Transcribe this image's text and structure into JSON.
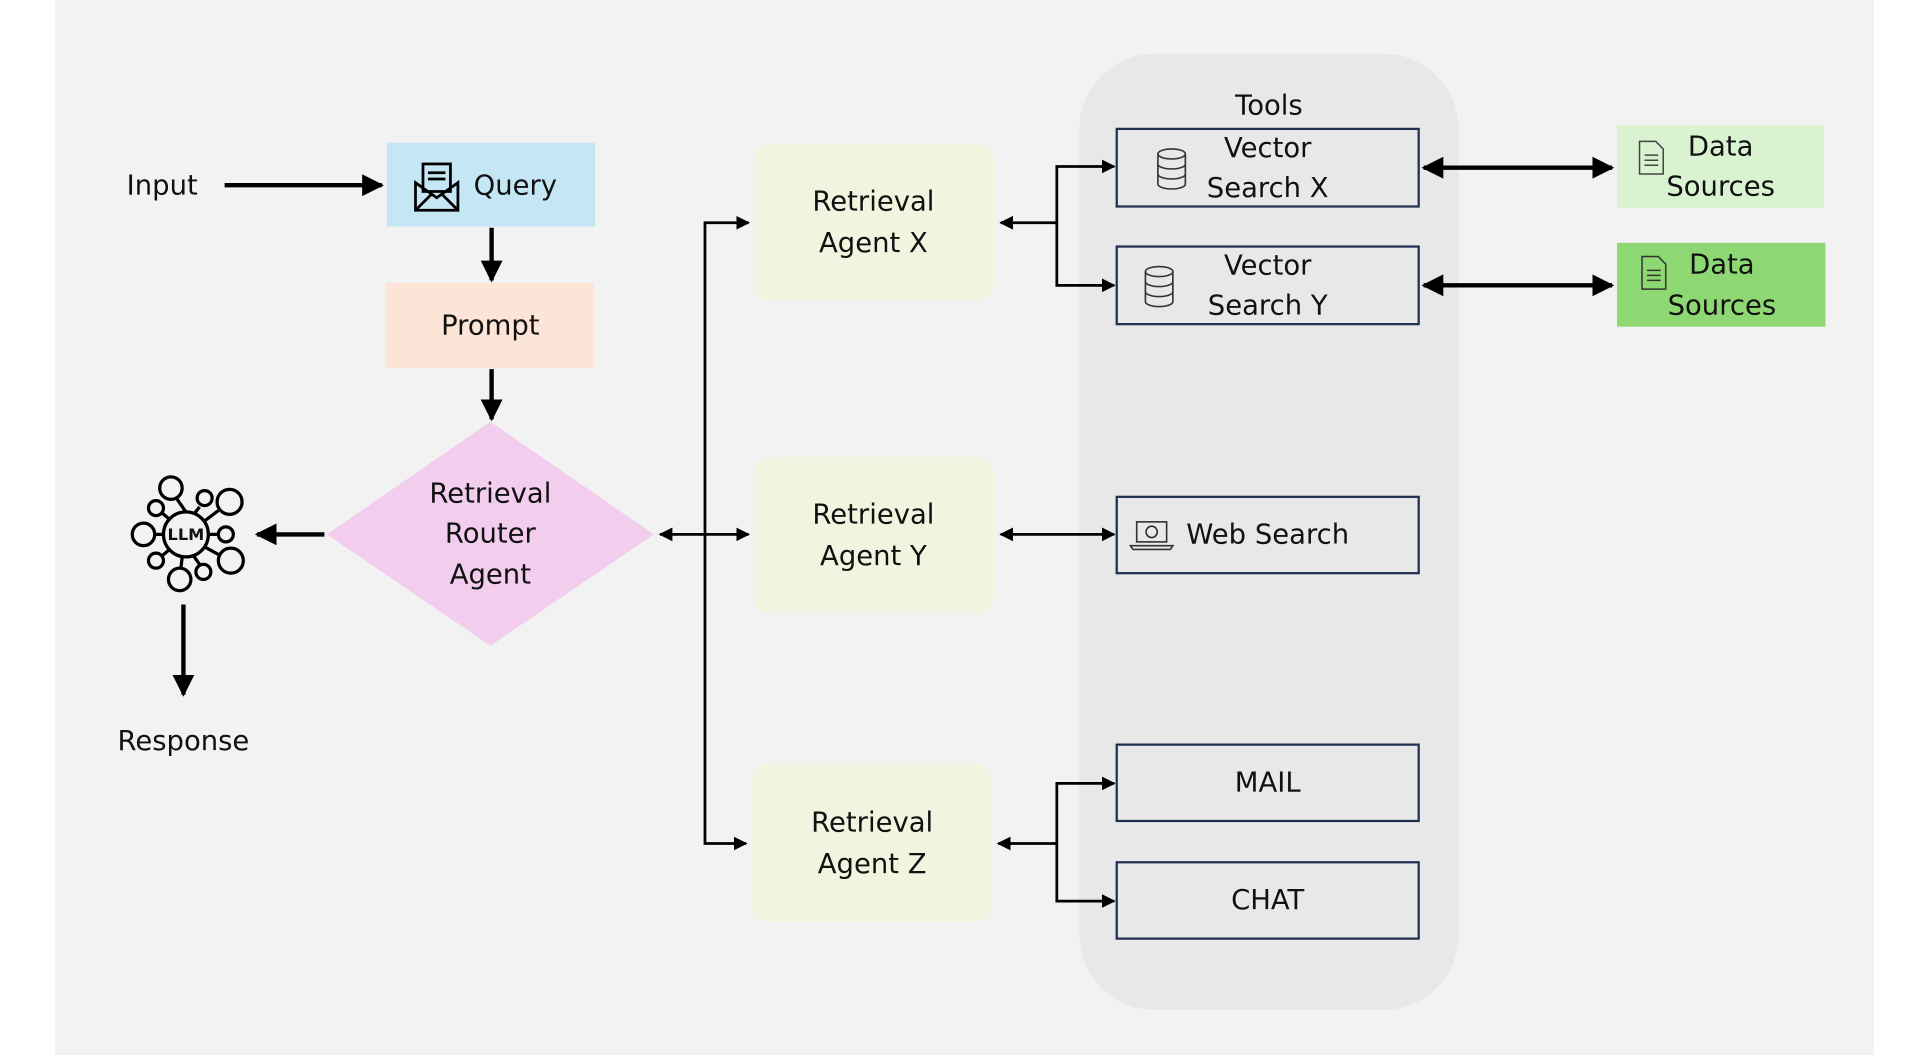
{
  "input_label": "Input",
  "response_label": "Response",
  "query": {
    "label": "Query",
    "icon": "envelope-document-icon",
    "color": "#c5e6f5"
  },
  "prompt": {
    "label": "Prompt",
    "color": "#fce4d6"
  },
  "router": {
    "lines": [
      "Retrieval",
      "Router",
      "Agent"
    ],
    "color": "#f2cdee"
  },
  "llm": {
    "label": "LLM",
    "icon": "neural-network-icon"
  },
  "agents": [
    {
      "lines": [
        "Retrieval",
        "Agent X"
      ]
    },
    {
      "lines": [
        "Retrieval",
        "Agent Y"
      ]
    },
    {
      "lines": [
        "Retrieval",
        "Agent Z"
      ]
    }
  ],
  "tools": {
    "title": "Tools",
    "vector_x": {
      "lines": [
        "Vector",
        "Search X"
      ],
      "icon": "database-icon"
    },
    "vector_y": {
      "lines": [
        "Vector",
        "Search Y"
      ],
      "icon": "database-icon"
    },
    "web_search": {
      "label": "Web Search",
      "icon": "laptop-globe-icon"
    },
    "mail": {
      "label": "MAIL"
    },
    "chat": {
      "label": "CHAT"
    }
  },
  "data_sources": [
    {
      "lines": [
        "Data",
        "Sources"
      ],
      "icon": "document-icon",
      "color": "#d9f2d0"
    },
    {
      "lines": [
        "Data",
        "Sources"
      ],
      "icon": "document-icon",
      "color": "#8ed873"
    }
  ]
}
